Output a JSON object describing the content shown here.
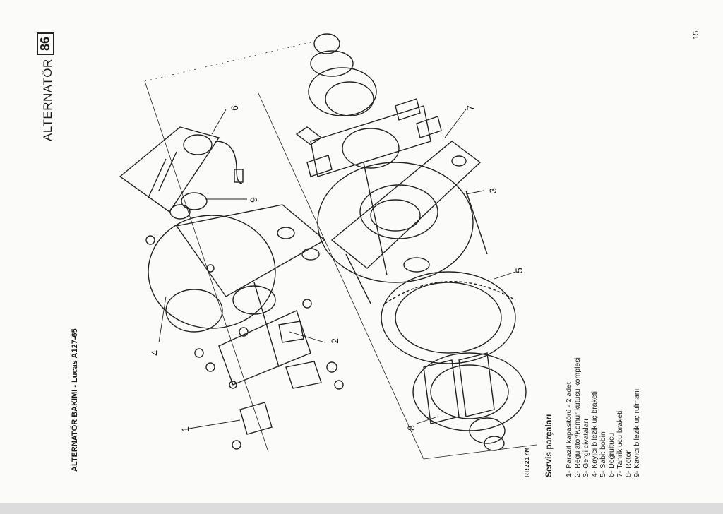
{
  "header": {
    "title": "ALTERNATÖR",
    "page_number": "86"
  },
  "subtitle": "ALTERNATÖR BAKIMI - Lucas A127-65",
  "figure_code": "RR2217M",
  "callouts": [
    "1",
    "2",
    "3",
    "4",
    "5",
    "6",
    "7",
    "8",
    "9"
  ],
  "parts": {
    "heading": "Servis parçaları",
    "items": [
      "1- Parazit kapasitörü - 2 adet",
      "2- Regülatör/Kömür kutusu komplesi",
      "3- Gergi civataları",
      "4- Kayıcı bilezik uç braketi",
      "5- Sabit bobin",
      "6- Doğrultucu",
      "7- Tahrik ucu braketi",
      "8- Rotor",
      "9- Kayıcı bilezik uç rulmanı"
    ]
  },
  "footer": {
    "page_number": "15"
  }
}
